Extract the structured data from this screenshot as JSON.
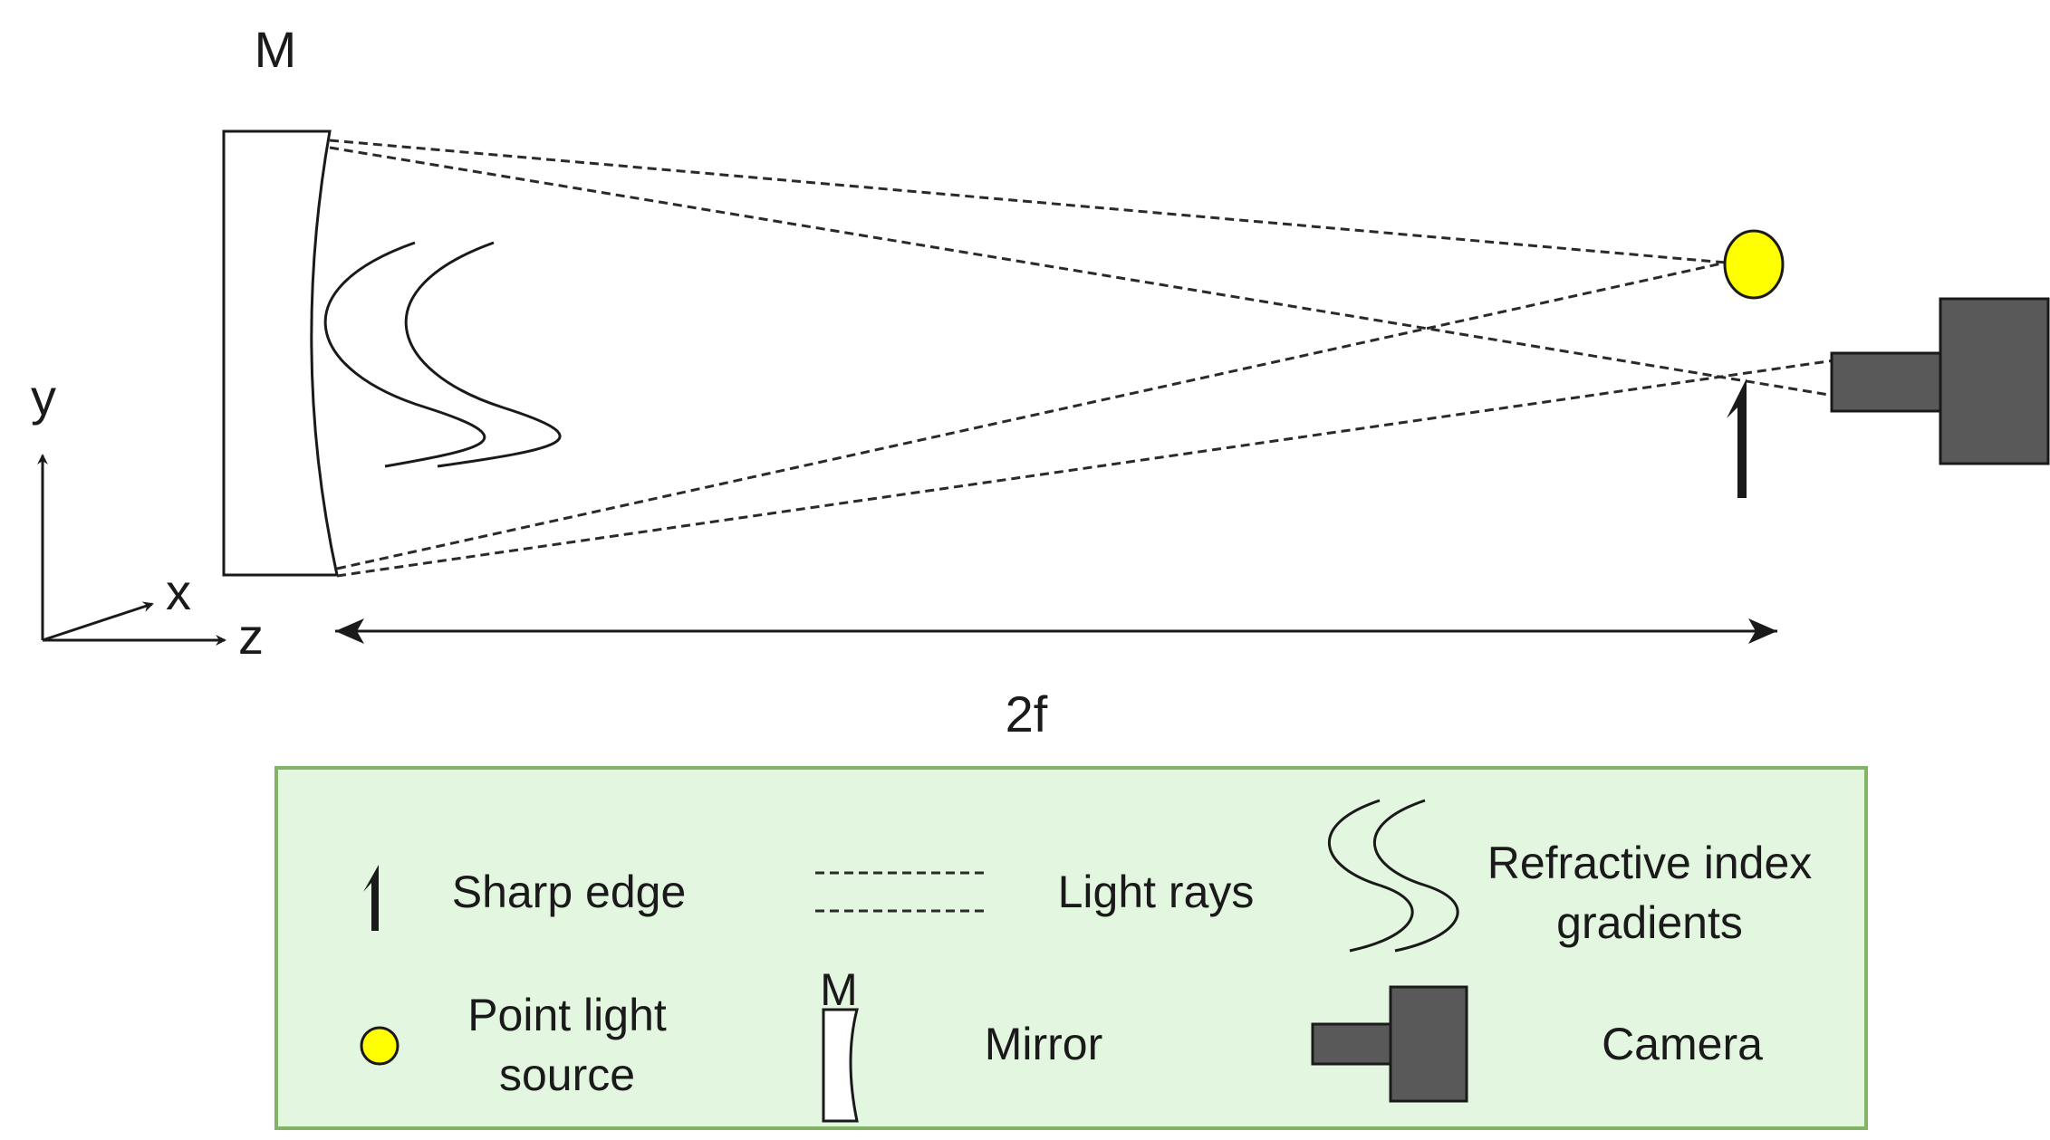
{
  "diagram": {
    "mirror_label": "M",
    "distance_label": "2f",
    "axes": {
      "y": "y",
      "x": "x",
      "z": "z"
    }
  },
  "legend": {
    "sharp_edge": "Sharp edge",
    "light_rays": "Light rays",
    "gradients_line1": "Refractive index",
    "gradients_line2": "gradients",
    "point_source_line1": "Point light",
    "point_source_line2": "source",
    "mirror_icon_label": "M",
    "mirror": "Mirror",
    "camera": "Camera"
  },
  "colors": {
    "light_source": "#ffff00",
    "camera": "#595959",
    "legend_bg": "#e3f6e0",
    "legend_border": "#82b366"
  }
}
